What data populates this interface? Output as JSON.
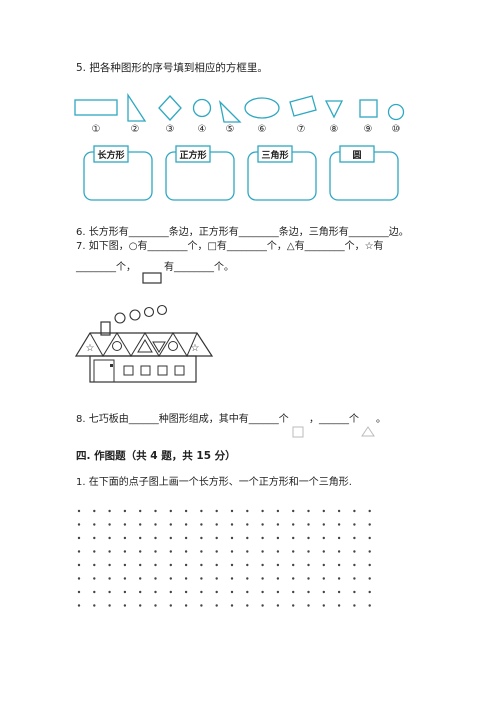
{
  "q5": {
    "text": "5. 把各种图形的序号填到相应的方框里。",
    "numbers": [
      "①",
      "②",
      "③",
      "④",
      "⑤",
      "⑥",
      "⑦",
      "⑧",
      "⑨",
      "⑩"
    ],
    "boxes": [
      "长方形",
      "正方形",
      "三角形",
      "圆"
    ]
  },
  "q6": {
    "text": "6. 长方形有________条边，正方形有________条边，三角形有________边。"
  },
  "q7": {
    "line1": "7. 如下图，○有________个，□有________个，△有________个，☆有",
    "line2a": "________个，",
    "line2b": "有________个。"
  },
  "q8": {
    "part1": "8. 七巧板由______种图形组成，其中有______个",
    "part2": "，______个",
    "part3": "。"
  },
  "section4": {
    "title": "四. 作图题（共 4 题，共 15 分）"
  },
  "s4q1": {
    "text": "1. 在下面的点子图上画一个长方形、一个正方形和一个三角形."
  }
}
